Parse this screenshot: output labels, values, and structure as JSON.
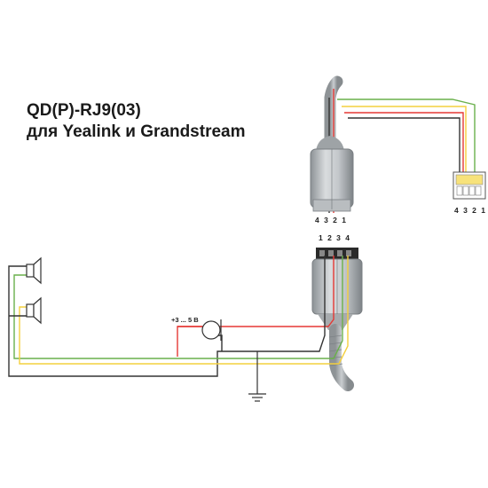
{
  "title": {
    "line1": "QD(P)-RJ9(03)",
    "line2": "для Yealink и Grandstream"
  },
  "labels": {
    "qd_plug_pins": "4 3 2 1",
    "rj9_plug_pins": "4 3 2 1",
    "qd_socket_pins": "1 2 3 4",
    "mic_voltage": "+3 ... 5 В"
  },
  "colors": {
    "red_wire": "#e53935",
    "green_wire": "#6ab04c",
    "yellow_wire": "#f4d03f",
    "black_wire": "#333333",
    "cable_gray": "#a9aeb1"
  }
}
